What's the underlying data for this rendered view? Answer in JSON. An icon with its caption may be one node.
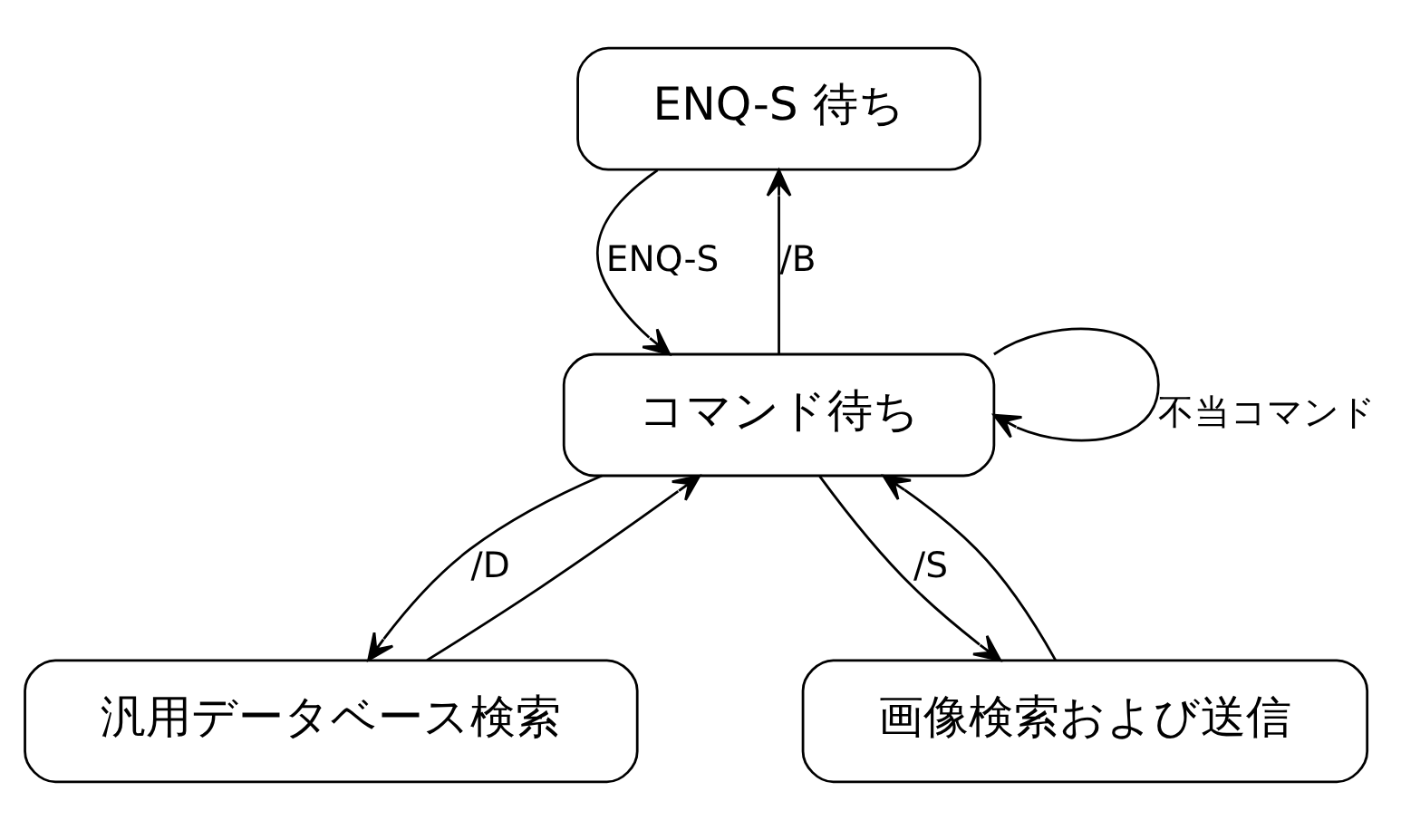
{
  "diagram": {
    "nodes": [
      {
        "text": [
          "ENQ-S 待ち"
        ]
      },
      {
        "text": [
          "コマンド待ち"
        ]
      },
      {
        "text": [
          "汎用データベース検索"
        ]
      },
      {
        "text": [
          "画像検索および送信"
        ]
      }
    ],
    "edges": [
      {
        "from": 0,
        "to": 1,
        "arrow": "to",
        "label": "ENQ-S"
      },
      {
        "from": 1,
        "to": 0,
        "arrow": "to",
        "label": "/B"
      },
      {
        "from": 1,
        "to": 1,
        "arrow": "to",
        "label": "不当コマンド"
      },
      {
        "from": 1,
        "to": 2,
        "arrow": "to",
        "label": "/D"
      },
      {
        "from": 2,
        "to": 1,
        "arrow": "to"
      },
      {
        "from": 1,
        "to": 3,
        "arrow": "to",
        "label": "/S"
      },
      {
        "from": 3,
        "to": 1,
        "arrow": "to"
      }
    ]
  }
}
